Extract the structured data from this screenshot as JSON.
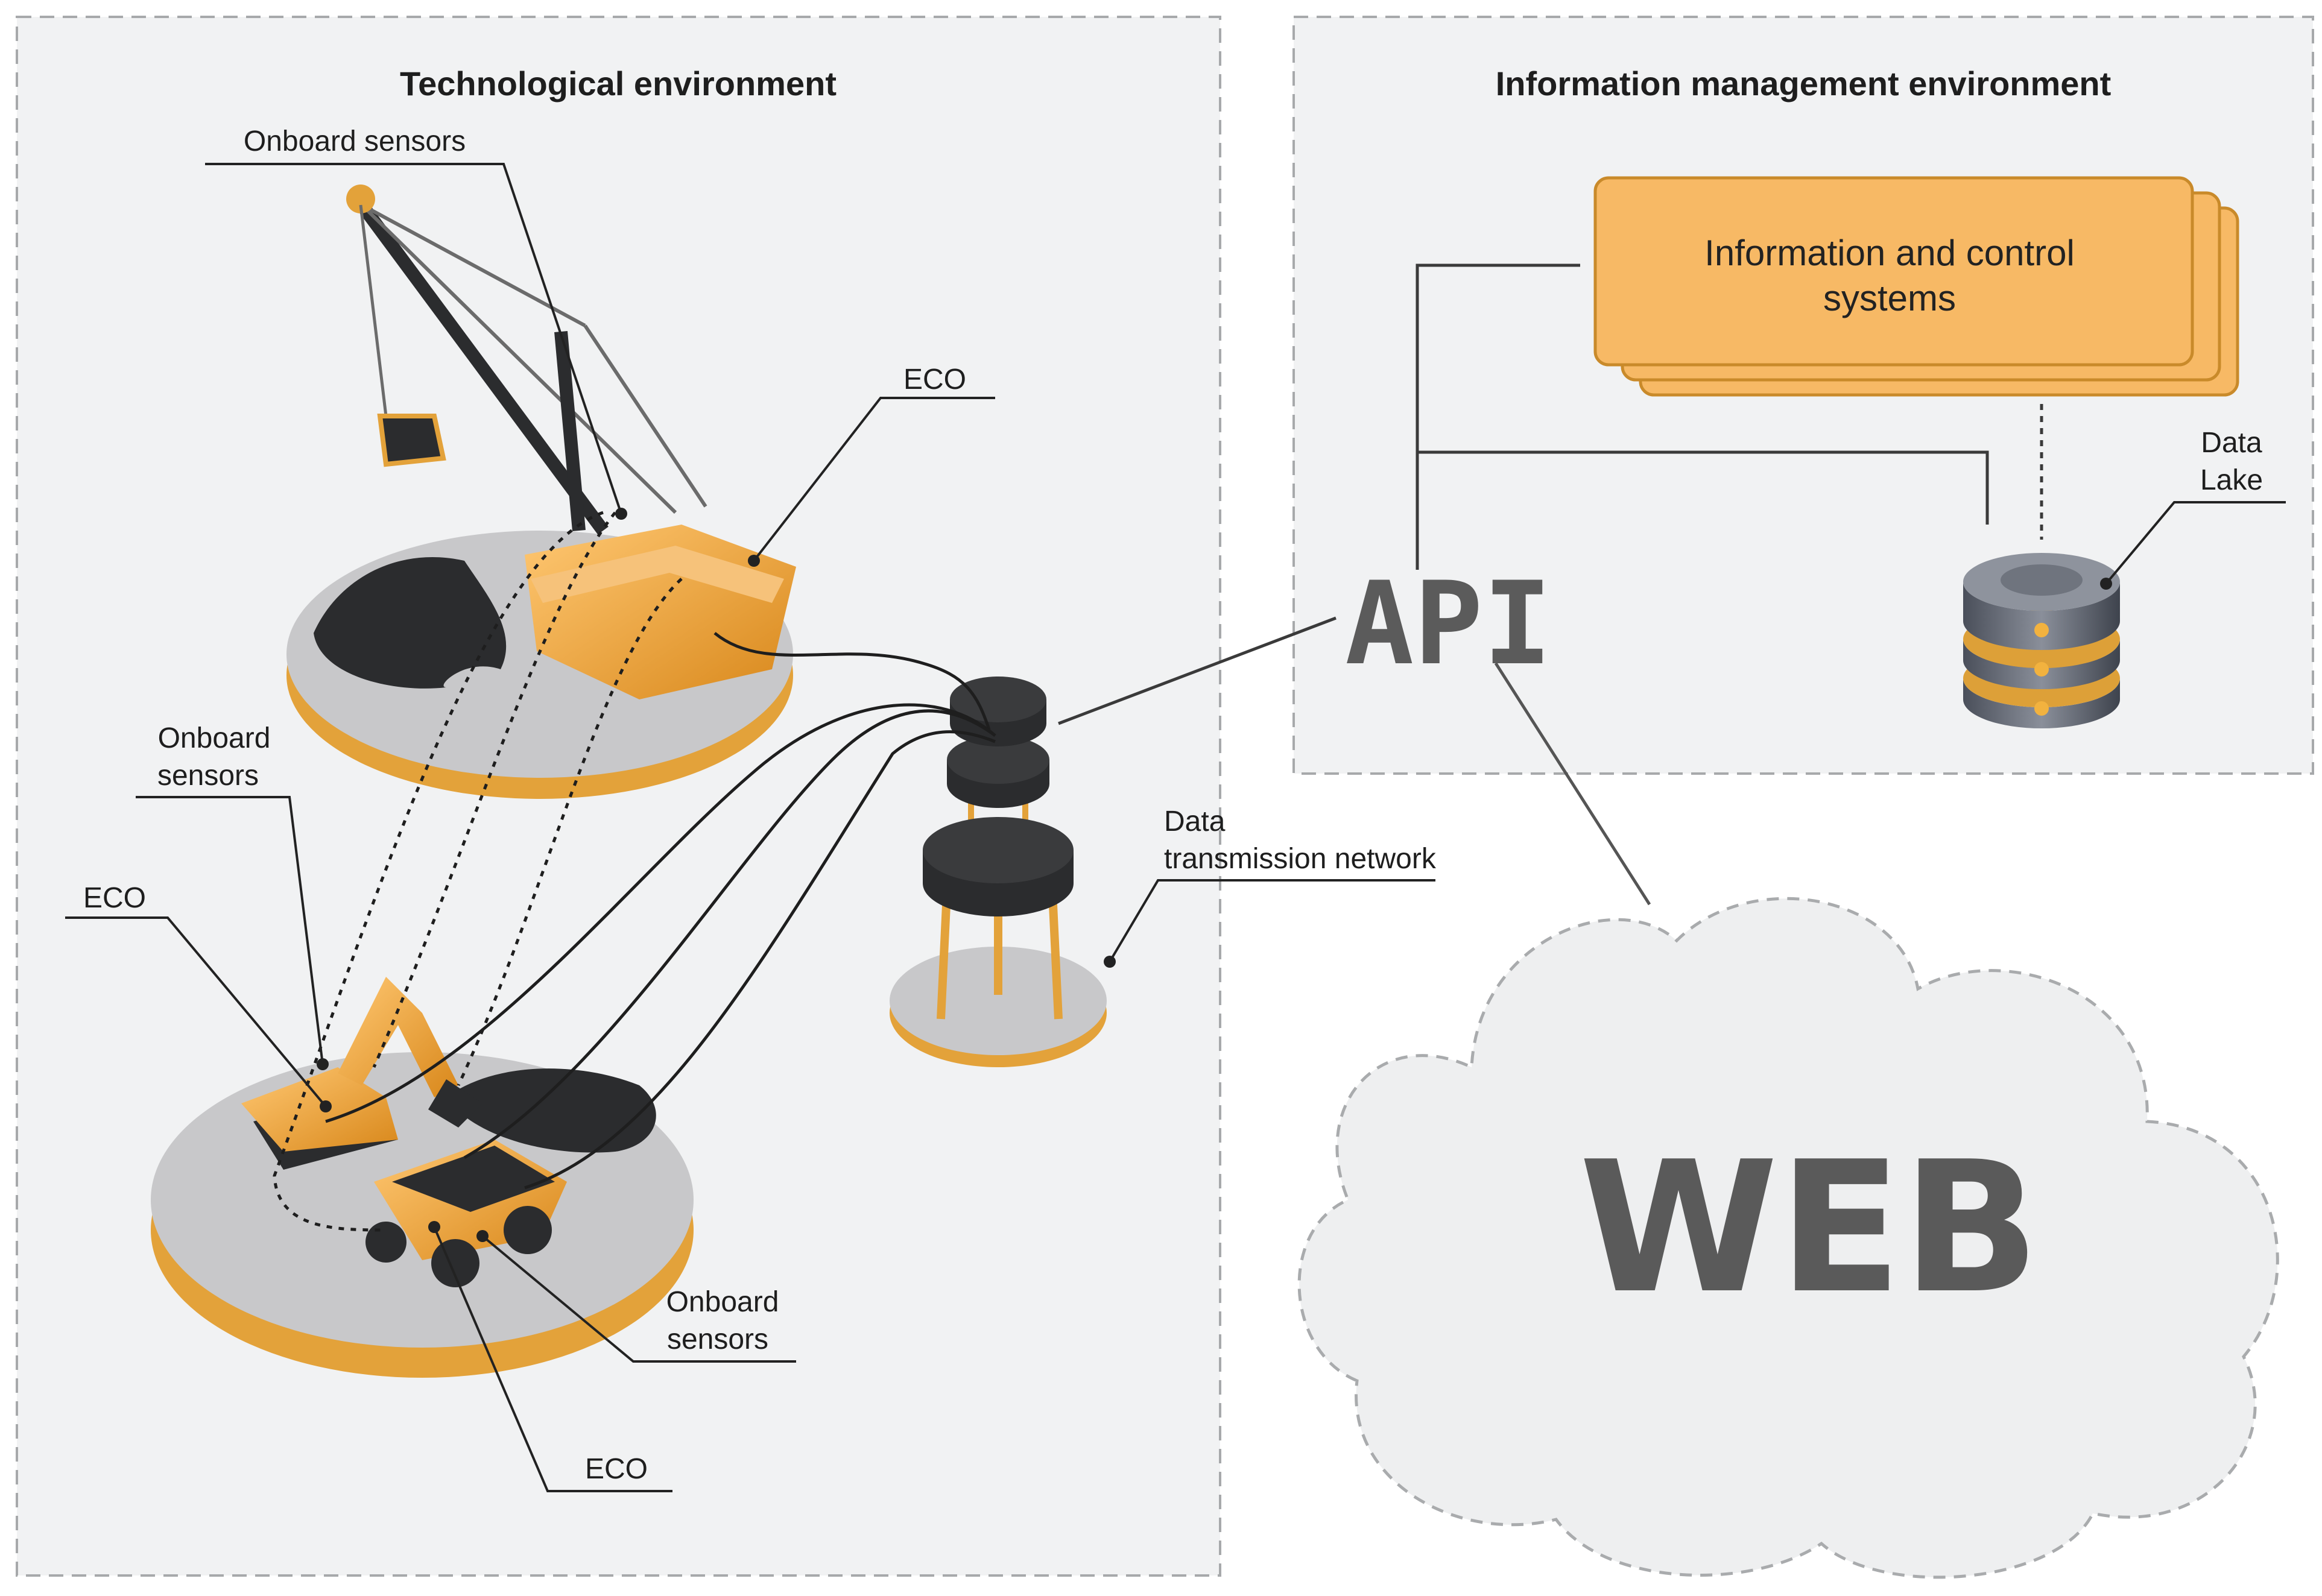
{
  "technological_panel": {
    "title": "Technological environment"
  },
  "information_panel": {
    "title": "Information management environment"
  },
  "labels": {
    "dragline_sensors": "Onboard sensors",
    "dragline_eco": "ECO",
    "excavator_sensors": [
      "Onboard",
      "sensors"
    ],
    "excavator_eco": "ECO",
    "truck_sensors": [
      "Onboard",
      "sensors"
    ],
    "truck_eco": "ECO",
    "network": [
      "Data",
      "transmission network"
    ],
    "data_lake": [
      "Data",
      "Lake"
    ]
  },
  "info_control_systems": [
    "Information and control",
    "systems"
  ],
  "api": "API",
  "web": "WEB",
  "colors": {
    "panel_bg": "#f1f2f3",
    "panel_border": "#a7a9ab",
    "orange": "#f7b965",
    "orange_dark": "#d98e1e",
    "platform": "#c8c8ca",
    "coal": "#2b2c2e",
    "cloud": "#eeeff0",
    "api": "#5b5b5b"
  }
}
